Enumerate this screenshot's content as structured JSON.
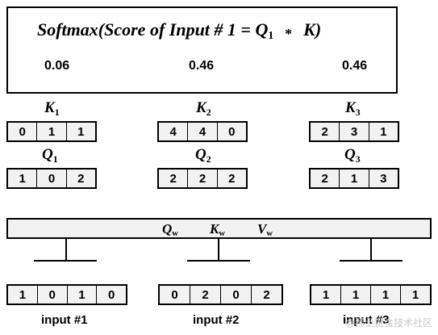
{
  "formula": {
    "func": "Softmax",
    "open": "(Score of Input # 1 = Q",
    "q_sub": "1",
    "times": "*",
    "k": "K)",
    "scores": [
      "0.06",
      "0.46",
      "0.46"
    ]
  },
  "keys": [
    {
      "label": "K",
      "sub": "1",
      "values": [
        "0",
        "1",
        "1"
      ]
    },
    {
      "label": "K",
      "sub": "2",
      "values": [
        "4",
        "4",
        "0"
      ]
    },
    {
      "label": "K",
      "sub": "3",
      "values": [
        "2",
        "3",
        "1"
      ]
    }
  ],
  "queries": [
    {
      "label": "Q",
      "sub": "1",
      "values": [
        "1",
        "0",
        "2"
      ]
    },
    {
      "label": "Q",
      "sub": "2",
      "values": [
        "2",
        "2",
        "2"
      ]
    },
    {
      "label": "Q",
      "sub": "3",
      "values": [
        "2",
        "1",
        "3"
      ]
    }
  ],
  "weights": [
    {
      "label": "Q",
      "sub": "w"
    },
    {
      "label": "K",
      "sub": "w"
    },
    {
      "label": "V",
      "sub": "w"
    }
  ],
  "inputs": [
    {
      "label": "input #1",
      "values": [
        "1",
        "0",
        "1",
        "0"
      ]
    },
    {
      "label": "input #2",
      "values": [
        "0",
        "2",
        "0",
        "2"
      ]
    },
    {
      "label": "input #3",
      "values": [
        "1",
        "1",
        "1",
        "1"
      ]
    }
  ],
  "watermark": "@稀土掘金技术社区",
  "colors": {
    "cell_fill": "#f2f2f2",
    "border": "#000000"
  }
}
